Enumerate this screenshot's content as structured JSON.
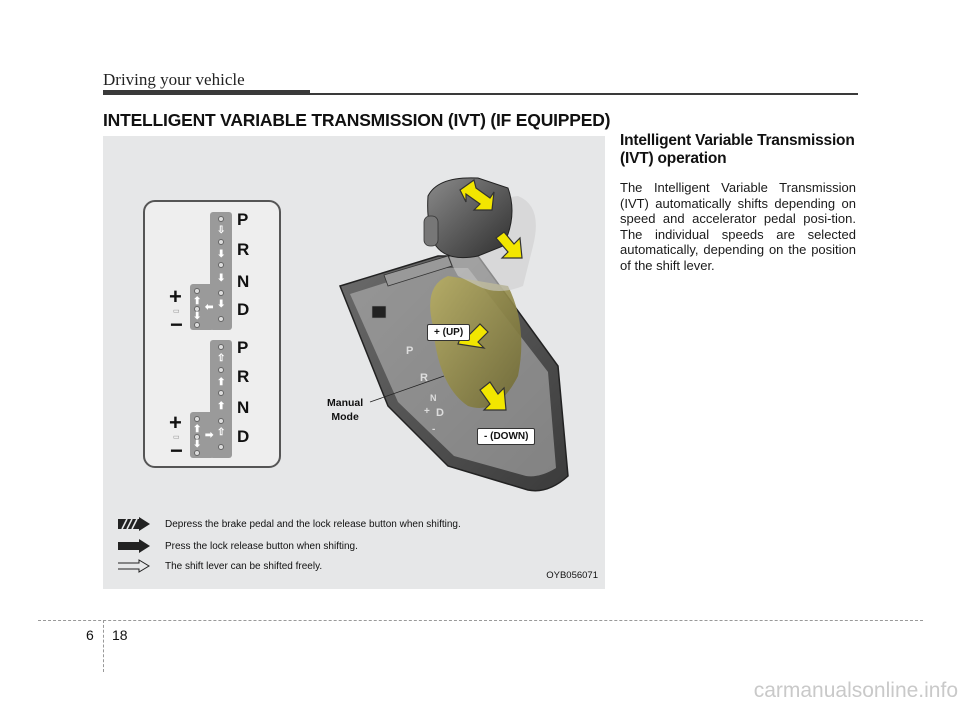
{
  "header": {
    "title": "Driving your vehicle"
  },
  "section": {
    "title": "INTELLIGENT VARIABLE TRANSMISSION (IVT) (IF EQUIPPED)"
  },
  "figure": {
    "code": "OYB056071",
    "gate_upper_letters": [
      "P",
      "R",
      "N",
      "D"
    ],
    "gate_lower_letters": [
      "P",
      "R",
      "N",
      "D"
    ],
    "plus": "+",
    "minus": "−",
    "up_label": "+ (UP)",
    "down_label": "- (DOWN)",
    "manual_mode": [
      "Manual",
      "Mode"
    ],
    "legend": [
      {
        "icon": "hatched-arrow-icon",
        "text": "Depress the brake pedal and the lock release button when shifting."
      },
      {
        "icon": "solid-arrow-icon",
        "text": "Press the lock release button when shifting."
      },
      {
        "icon": "outline-arrow-icon",
        "text": "The shift lever can be shifted freely."
      }
    ]
  },
  "content": {
    "subtitle": "Intelligent Variable Transmission (IVT) operation",
    "paragraph": "The Intelligent Variable Transmission (IVT) automatically shifts depending on speed and accelerator pedal posi-tion. The individual speeds are selected automatically, depending on the position of the shift lever."
  },
  "footer": {
    "chapter": "6",
    "page": "18",
    "watermark": "carmanualsonline.info"
  },
  "colors": {
    "arrow_yellow": "#f2e600",
    "lever_dark": "#3c3c3c",
    "boot_olive": "#8c8445"
  }
}
